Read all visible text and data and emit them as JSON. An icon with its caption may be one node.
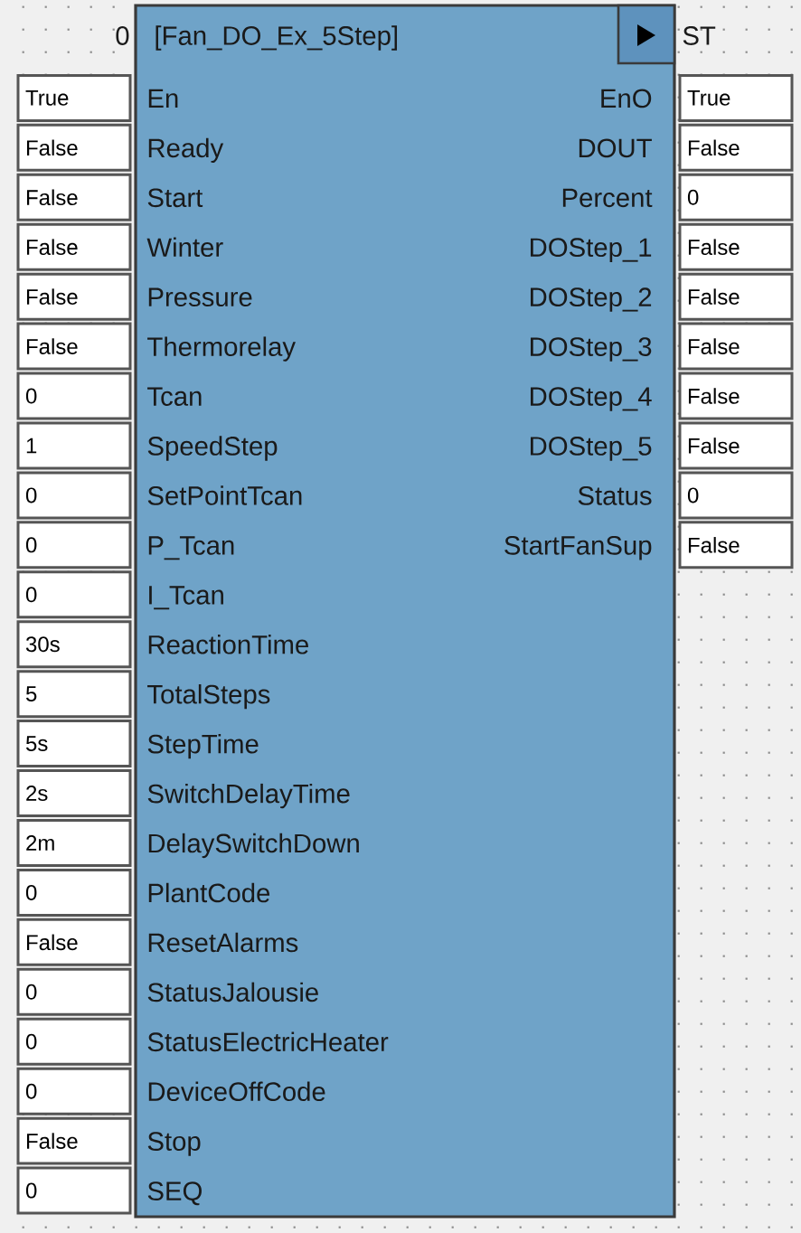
{
  "diagram": {
    "nodes": [
      {
        "text": [
          "[Fan_DO_Ex_5Step]",
          "En",
          "EnO",
          "Ready",
          "DOUT",
          "Start",
          "Percent",
          "Winter",
          "DOStep_1",
          "Pressure",
          "DOStep_2",
          "Thermorelay",
          "DOStep_3",
          "Tcan",
          "DOStep_4",
          "SpeedStep",
          "DOStep_5",
          "SetPointTcan",
          "Status",
          "P_Tcan",
          "StartFanSup",
          "I_Tcan",
          "ReactionTime",
          "TotalSteps",
          "StepTime",
          "SwitchDelayTime",
          "DelaySwitchDown",
          "PlantCode",
          "ResetAlarms",
          "StatusJalousie",
          "StatusElectricHeater",
          "DeviceOffCode",
          "Stop",
          "SEQ"
        ],
        "beside": [
          "0",
          "ST"
        ]
      },
      {
        "text": [
          "True"
        ]
      },
      {
        "text": [
          "True"
        ]
      },
      {
        "text": [
          "False"
        ]
      },
      {
        "text": [
          "False"
        ]
      },
      {
        "text": [
          "False"
        ]
      },
      {
        "text": [
          "0"
        ]
      },
      {
        "text": [
          "False"
        ]
      },
      {
        "text": [
          "False"
        ]
      },
      {
        "text": [
          "False"
        ]
      },
      {
        "text": [
          "False"
        ]
      },
      {
        "text": [
          "False"
        ]
      },
      {
        "text": [
          "False"
        ]
      },
      {
        "text": [
          "0"
        ]
      },
      {
        "text": [
          "False"
        ]
      },
      {
        "text": [
          "1"
        ]
      },
      {
        "text": [
          "False"
        ]
      },
      {
        "text": [
          "0"
        ]
      },
      {
        "text": [
          "0"
        ]
      },
      {
        "text": [
          "0"
        ]
      },
      {
        "text": [
          "False"
        ]
      },
      {
        "text": [
          "0"
        ]
      },
      {
        "text": [
          "30s"
        ]
      },
      {
        "text": [
          "5"
        ]
      },
      {
        "text": [
          "5s"
        ]
      },
      {
        "text": [
          "2s"
        ]
      },
      {
        "text": [
          "2m"
        ]
      },
      {
        "text": [
          "0"
        ]
      },
      {
        "text": [
          "False"
        ]
      },
      {
        "text": [
          "0"
        ]
      },
      {
        "text": [
          "0"
        ]
      },
      {
        "text": [
          "0"
        ]
      },
      {
        "text": [
          "False"
        ]
      },
      {
        "text": [
          "0"
        ]
      }
    ]
  }
}
